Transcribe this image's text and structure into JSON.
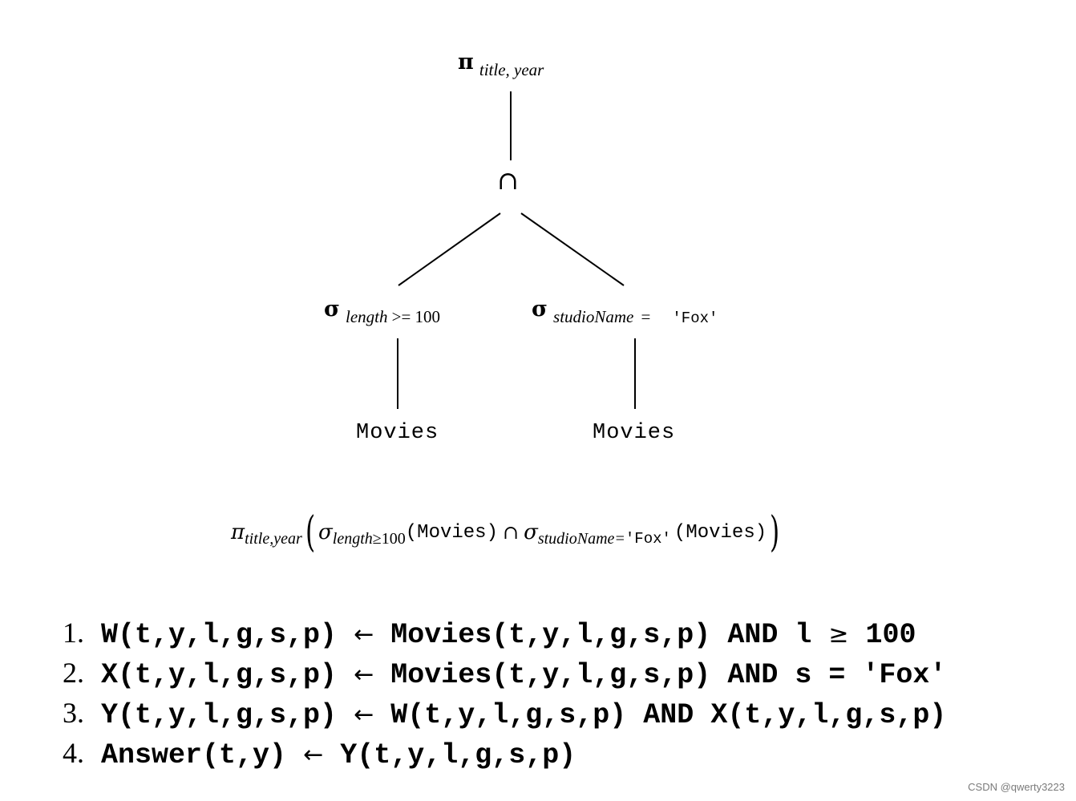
{
  "tree": {
    "projection": {
      "symbol": "π",
      "subscript": "title, year"
    },
    "intersection": {
      "symbol": "∩"
    },
    "left_selection": {
      "symbol": "σ",
      "attribute": "length",
      "condition": ">= 100"
    },
    "right_selection": {
      "symbol": "σ",
      "attribute": "studioName",
      "operator": "=",
      "value": "'Fox'"
    },
    "left_leaf": "Movies",
    "right_leaf": "Movies"
  },
  "expression": {
    "pi": "π",
    "pi_sub": "title,year",
    "open_paren": "(",
    "sigma1": "σ",
    "sigma1_sub_attr": "length",
    "sigma1_sub_op": "≥100",
    "rel1": "(Movies)",
    "cap": "∩",
    "sigma2": "σ",
    "sigma2_sub_attr": "studioName=",
    "sigma2_sub_val": "'Fox'",
    "rel2": "(Movies)",
    "close_paren": ")"
  },
  "rules": [
    {
      "num": "1.",
      "head": "W(t,y,l,g,s,p)",
      "arrow": "←",
      "body_a": "Movies(t,y,l,g,s,p) AND l",
      "sym": "≥",
      "body_b": "100"
    },
    {
      "num": "2.",
      "head": "X(t,y,l,g,s,p)",
      "arrow": "←",
      "body_a": "Movies(t,y,l,g,s,p) AND s = 'Fox'",
      "sym": "",
      "body_b": ""
    },
    {
      "num": "3.",
      "head": "Y(t,y,l,g,s,p)",
      "arrow": "←",
      "body_a": "W(t,y,l,g,s,p) AND X(t,y,l,g,s,p)",
      "sym": "",
      "body_b": ""
    },
    {
      "num": "4.",
      "head": "Answer(t,y)",
      "arrow": "←",
      "body_a": "Y(t,y,l,g,s,p)",
      "sym": "",
      "body_b": ""
    }
  ],
  "watermark": "CSDN @qwerty3223"
}
